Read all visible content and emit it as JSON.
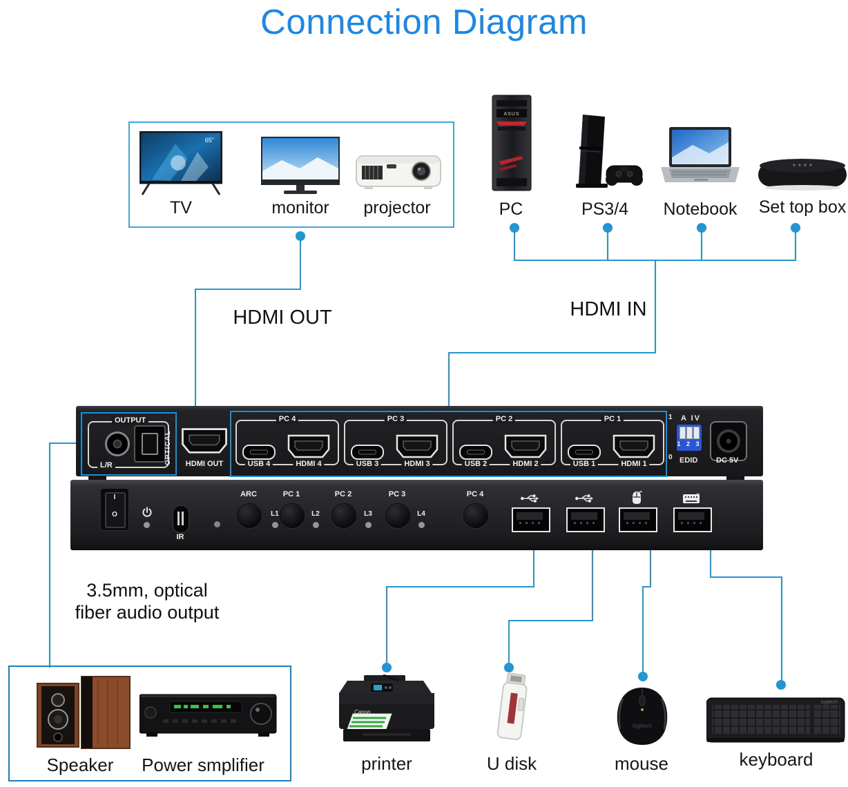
{
  "title": "Connection Diagram",
  "display_group": {
    "items": [
      {
        "label": "TV",
        "badge": "65\""
      },
      {
        "label": "monitor"
      },
      {
        "label": "projector"
      }
    ]
  },
  "source_group": {
    "items": [
      {
        "label": "PC",
        "brand": "ASUS"
      },
      {
        "label": "PS3/4"
      },
      {
        "label": "Notebook"
      },
      {
        "label": "Set top box"
      }
    ]
  },
  "connections": {
    "hdmi_out": "HDMI OUT",
    "hdmi_in": "HDMI IN",
    "audio_note_line1": "3.5mm, optical",
    "audio_note_line2": "fiber audio output"
  },
  "rear_panel": {
    "output_section": {
      "title": "OUTPUT",
      "jack_label": "L/R",
      "optical_label": "OPTICAL"
    },
    "hdmi_out_port_label": "HDMI OUT",
    "pc_sections": [
      {
        "title": "PC 4",
        "usb_label": "USB 4",
        "hdmi_label": "HDMI 4"
      },
      {
        "title": "PC 3",
        "usb_label": "USB 3",
        "hdmi_label": "HDMI 3"
      },
      {
        "title": "PC 2",
        "usb_label": "USB 2",
        "hdmi_label": "HDMI 2"
      },
      {
        "title": "PC 1",
        "usb_label": "USB 1",
        "hdmi_label": "HDMI 1"
      }
    ],
    "edid": {
      "high": "1",
      "mode": "A IV",
      "switch_numbers": "1 2 3",
      "low": "0",
      "label": "EDID"
    },
    "dc_label": "DC 5V"
  },
  "front_panel": {
    "power_switch": {
      "on": "I",
      "off": "O"
    },
    "ir_label": "IR",
    "arc_label": "ARC",
    "led_labels": [
      "L1",
      "L2",
      "L3",
      "L4"
    ],
    "select_buttons": [
      "PC 1",
      "PC 2",
      "PC 3",
      "PC 4"
    ]
  },
  "audio_group": {
    "items": [
      {
        "label": "Speaker"
      },
      {
        "label": "Power smplifier"
      }
    ]
  },
  "usb_devices": [
    {
      "label": "printer",
      "brand": "Canon"
    },
    {
      "label": "U disk"
    },
    {
      "label": "mouse",
      "brand": "logitech"
    },
    {
      "label": "keyboard",
      "brand": "logitech"
    }
  ],
  "colors": {
    "title": "#1b87e8",
    "line": "#2496d4",
    "callout_box": "#1590da",
    "group_box_top": "#41a5d9",
    "group_box_bottom": "#1b7fc4",
    "dip_switch": "#2b55d4"
  }
}
